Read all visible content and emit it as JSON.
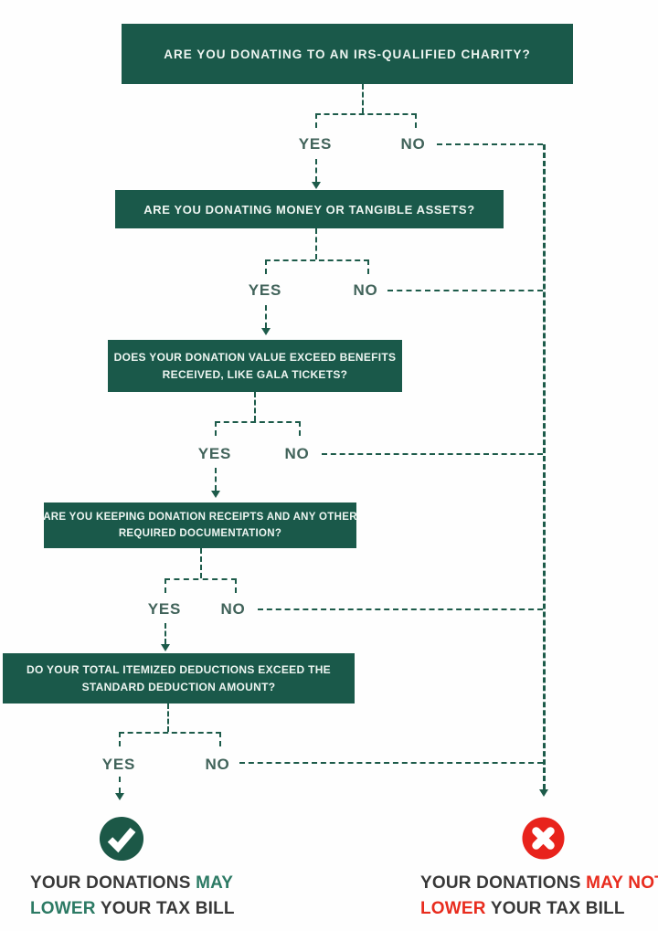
{
  "flow": {
    "yes_label": "YES",
    "no_label": "NO",
    "questions": [
      {
        "lines": [
          "ARE YOU DONATING TO AN IRS-QUALIFIED CHARITY?"
        ]
      },
      {
        "lines": [
          "ARE YOU DONATING MONEY OR TANGIBLE ASSETS?"
        ]
      },
      {
        "lines": [
          "DOES YOUR DONATION VALUE EXCEED BENEFITS",
          "RECEIVED, LIKE GALA TICKETS?"
        ]
      },
      {
        "lines": [
          "ARE YOU KEEPING DONATION RECEIPTS AND ANY OTHER",
          "REQUIRED DOCUMENTATION?"
        ]
      },
      {
        "lines": [
          "DO YOUR TOTAL ITEMIZED DEDUCTIONS EXCEED THE",
          "STANDARD DEDUCTION AMOUNT?"
        ]
      }
    ],
    "outcomes": {
      "positive": {
        "icon": "check-icon",
        "line1_text": "YOUR DONATIONS",
        "line1_highlight": "MAY",
        "line2_highlight": "LOWER",
        "line2_text": "YOUR TAX BILL"
      },
      "negative": {
        "icon": "x-icon",
        "line1_text": "YOUR DONATIONS",
        "line1_highlight": "MAY NOT",
        "line2_highlight": "LOWER",
        "line2_text": "YOUR TAX BILL"
      }
    },
    "colors": {
      "box_green": "#1a594a",
      "line_green": "#1d5b4a",
      "accent_green": "#2c7a64",
      "accent_red": "#e82c1e",
      "text_dark": "#383838"
    }
  }
}
